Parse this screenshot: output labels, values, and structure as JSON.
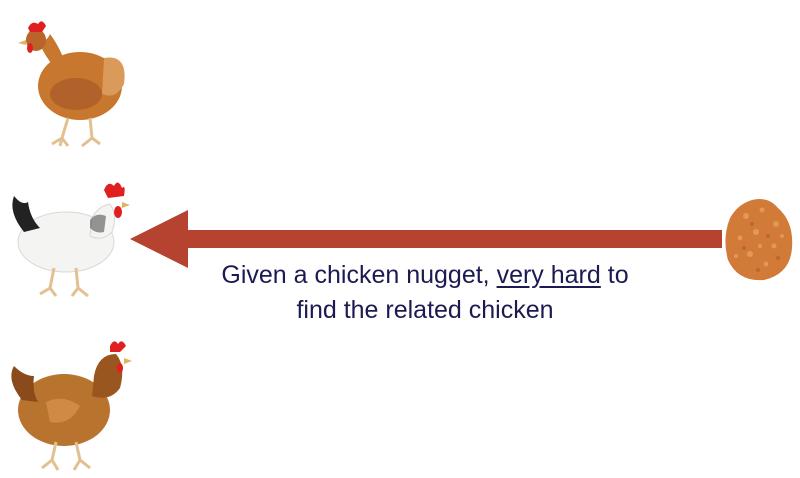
{
  "caption": {
    "line1_before": "Given a chicken nugget, ",
    "line1_emphasis": "very hard",
    "line1_after": " to",
    "line2": "find the related chicken"
  },
  "colors": {
    "arrow": "#b6432f",
    "text": "#1b1b52",
    "nugget": "#d27a38",
    "hen_brown": "#c8772f",
    "hen_white": "#f4f4f2",
    "comb": "#e02020"
  },
  "icons": [
    "hen-orange-icon",
    "hen-white-icon",
    "hen-brown-icon",
    "chicken-nugget-icon",
    "arrow-left-icon"
  ]
}
